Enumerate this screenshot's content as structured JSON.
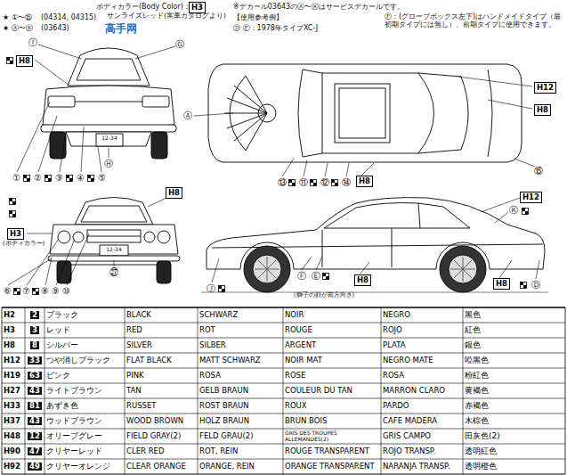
{
  "diagram": {
    "nodes": [
      {
        "text": [
          "H3"
        ]
      },
      {
        "text": [
          "H8"
        ]
      },
      {
        "text": [
          "H12"
        ]
      },
      {
        "text": [
          "H8"
        ]
      },
      {
        "text": [
          "H8"
        ]
      },
      {
        "text": [
          "H8"
        ]
      },
      {
        "text": [
          "H3",
          "(ボディカラー)"
        ]
      },
      {
        "text": [
          "H12"
        ]
      },
      {
        "text": [
          "H8"
        ]
      },
      {
        "text": [
          "H8"
        ]
      }
    ],
    "labels": [
      "高手网",
      "ボディカラー(Body Color)：",
      "サンライズレッド(実車カタログより)",
      "★",
      "①〜⑮",
      "(04314, 04315)",
      "★",
      "Ⓐ〜Ⓚ",
      "(03643)",
      "※デカール03643のⒶ〜Ⓚはサービスデカールです。",
      "【使用参考例】",
      "Ⓓ Ⓔ：1978年タイプXC-J",
      "Ⓕ：(グローブボックス左下)はハンドメイドタイプ（最初期タイプには無し）、前期タイプに使用できます。",
      "Ⓘ",
      "Ⓖ",
      "12-34",
      "Ⓗ",
      "①",
      "②",
      "③",
      "④",
      "⑤",
      "12-34",
      "㉗",
      "⑥",
      "⑦",
      "⑧",
      "⑨",
      "⑩",
      "Ⓐ",
      "⑮",
      "⑬",
      "⑪",
      "⑫",
      "⑭",
      "Ⓚ",
      "Ⓙ",
      "Ⓕ",
      "Ⓔ",
      "(獅子の顔が前方向き)",
      "Ⓓ",
      "H2",
      "2",
      "ブラック",
      "BLACK",
      "SCHWARZ",
      "NOIR",
      "NEGRO",
      "黑色",
      "H3",
      "3",
      "レッド",
      "RED",
      "ROT",
      "ROUGE",
      "ROJO",
      "紅色",
      "H8",
      "8",
      "シルバー",
      "SILVER",
      "SILBER",
      "ARGENT",
      "PLATA",
      "銀色",
      "H12",
      "33",
      "つや消しブラック",
      "FLAT BLACK",
      "MATT SCHWARZ",
      "NOIR MAT",
      "NEGRO MATE",
      "啞黑色",
      "H19",
      "63",
      "ピンク",
      "PINK",
      "ROSA",
      "ROSE",
      "ROSA",
      "粉紅色",
      "H27",
      "43",
      "ライトブラウン",
      "TAN",
      "GELB BRAUN",
      "COULEUR DU TAN",
      "MARRON CLARO",
      "黄褐色",
      "H33",
      "81",
      "あずき色",
      "RUSSET",
      "ROST BRAUN",
      "ROUX",
      "PARDO",
      "赤褐色",
      "H37",
      "43",
      "ウッドブラウン",
      "WOOD BROWN",
      "HOLZ BRAUN",
      "BRUN BOIS",
      "CAFE MADERA",
      "木棕色",
      "H48",
      "12",
      "オリーブグレー",
      "FIELD GRAY(2)",
      "FELD GRAU(2)",
      "GRIS DES TROUPES ALLEMANDES(2)",
      "GRIS CAMPO",
      "田灰色(2)",
      "H90",
      "47",
      "クリヤーレッド",
      "CLER RED",
      "ROT, REIN",
      "ROUGE TRANSPARENT",
      "ROJO TRANSP.",
      "透明紅色",
      "H92",
      "49",
      "クリヤーオレンジ",
      "CLEAR ORANGE",
      "ORANGE, REIN",
      "ORANGE TRANSPARENT",
      "NARANJA TRANSP.",
      "透明橙色"
    ]
  }
}
